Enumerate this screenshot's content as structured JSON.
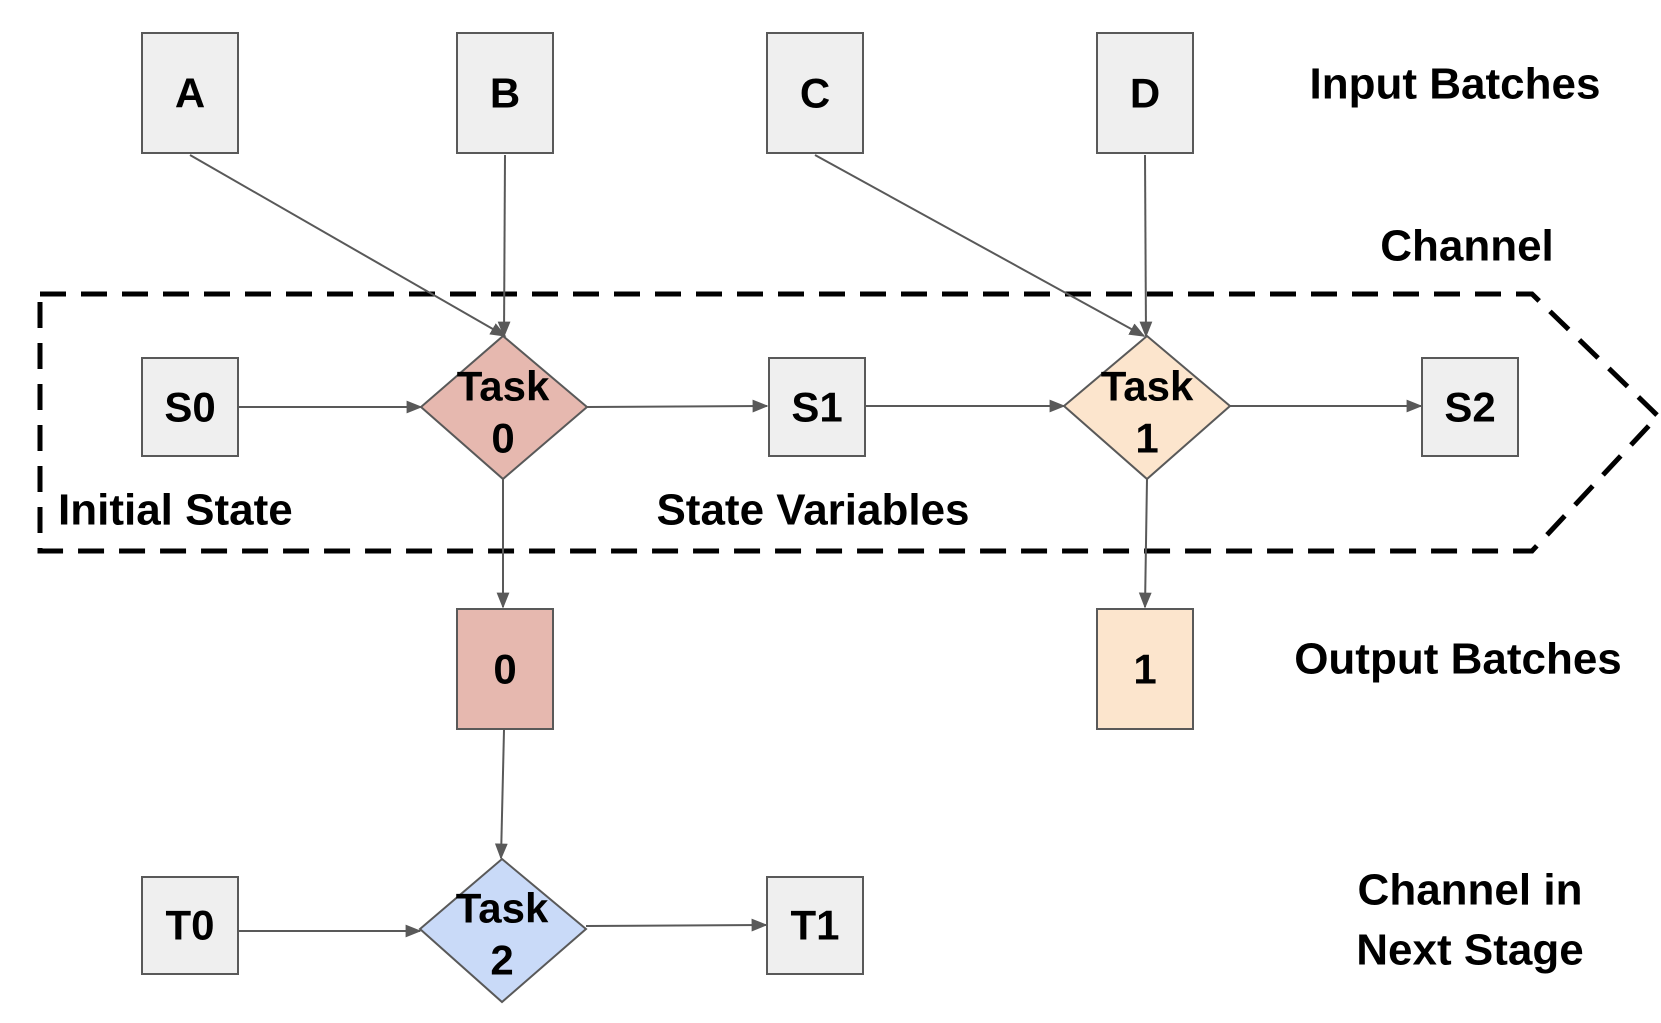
{
  "colors": {
    "box_fill": "#efefef",
    "task0_fill": "#e6b8af",
    "task1_fill": "#fce5cd",
    "task2_fill": "#c9daf8",
    "border": "#595959"
  },
  "labels": {
    "input_batches": "Input Batches",
    "channel": "Channel",
    "output_batches": "Output Batches",
    "channel_next_stage_line1": "Channel in",
    "channel_next_stage_line2": "Next Stage",
    "initial_state": "Initial State",
    "state_variables": "State Variables"
  },
  "inputs": {
    "a": "A",
    "b": "B",
    "c": "C",
    "d": "D"
  },
  "states": {
    "s0": "S0",
    "s1": "S1",
    "s2": "S2",
    "t0": "T0",
    "t1": "T1"
  },
  "tasks": {
    "task0": {
      "line1": "Task",
      "line2": "0"
    },
    "task1": {
      "line1": "Task",
      "line2": "1"
    },
    "task2": {
      "line1": "Task",
      "line2": "2"
    }
  },
  "outputs": {
    "out0": "0",
    "out1": "1"
  }
}
